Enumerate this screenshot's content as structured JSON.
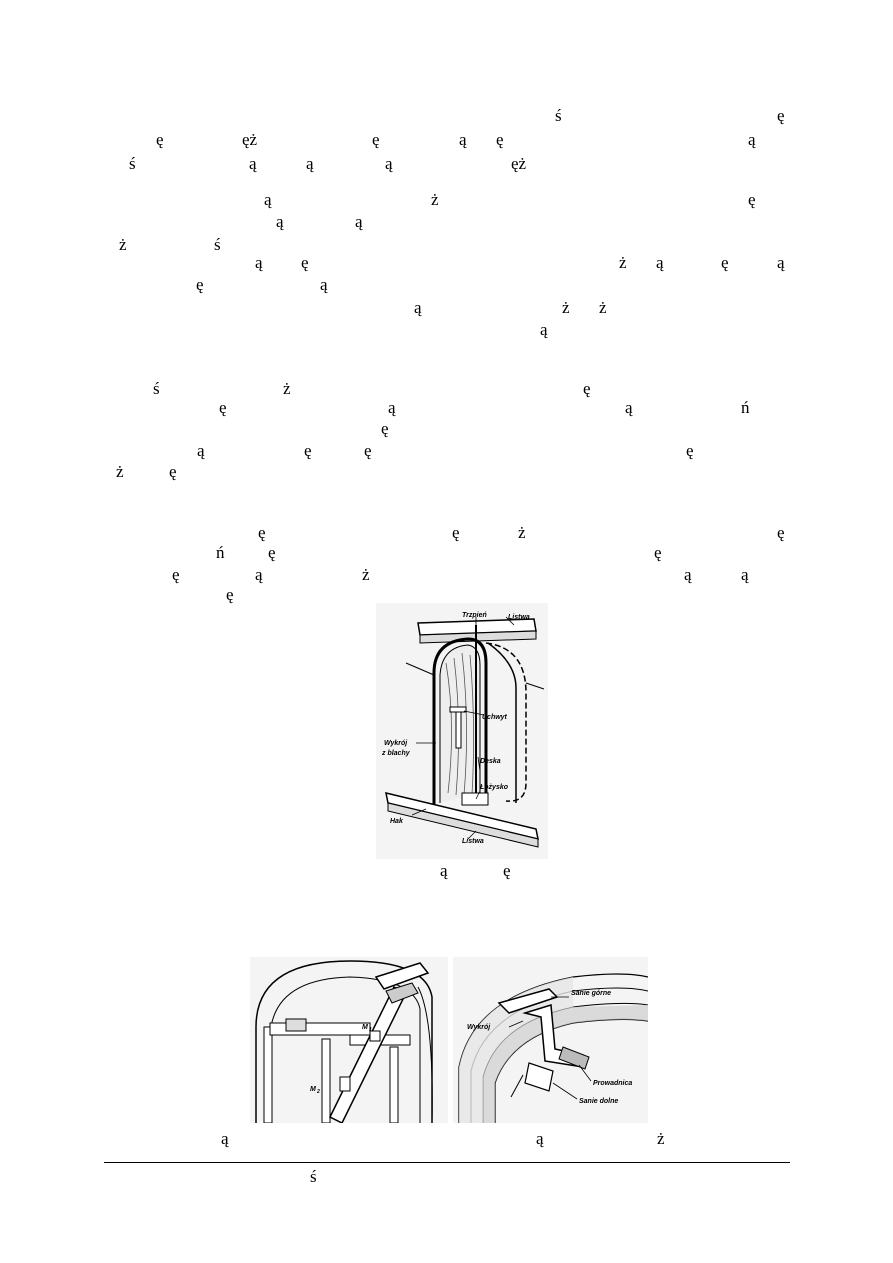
{
  "page": {
    "paragraph_1": {
      "line_1": [
        "ś",
        "ę"
      ],
      "line_2": [
        "ę",
        "ęż",
        "ę",
        "ą",
        "ę",
        "ą"
      ],
      "line_3": [
        "ś",
        "ą",
        "ą",
        "ą",
        "ęż"
      ]
    },
    "paragraph_2": {
      "line_1": [
        "ą",
        "ż",
        "ę"
      ],
      "line_2": [
        "ą",
        "ą"
      ],
      "line_3": [
        "ż",
        "ś"
      ],
      "line_4": [
        "ą",
        "ę",
        "ż",
        "ą",
        "ę",
        "ą"
      ],
      "line_5": [
        "ę",
        "ą"
      ],
      "line_6": [
        "ą",
        "ż",
        "ż"
      ],
      "line_7": [
        "ą"
      ]
    },
    "paragraph_3": {
      "line_1": [
        "ś",
        "ż",
        "ę"
      ],
      "line_2": [
        "ę",
        "ą",
        "ą",
        "ń"
      ],
      "line_3": [
        "ę"
      ],
      "line_4": [
        "ą",
        "ę",
        "ę",
        "ę"
      ],
      "line_5": [
        "ż",
        "ę"
      ]
    },
    "paragraph_4": {
      "line_1": [
        "ę",
        "ę",
        "ż",
        "ę"
      ],
      "line_2": [
        "ń",
        "ę",
        "ę"
      ],
      "line_3": [
        "ę",
        "ą",
        "ż",
        "ą",
        "ą"
      ],
      "line_4": [
        "ę"
      ]
    },
    "figure_1": {
      "labels": {
        "trzpien": "Trzpień",
        "listwa_top": "Listwa",
        "uchwyt": "Uchwyt",
        "wykroj": "Wykrój",
        "z_blachy": "z blachy",
        "deska": "Deska",
        "lozysko": "Łożysko",
        "hak": "Hak",
        "listwa_bottom": "Listwa"
      },
      "caption": [
        "ą",
        "ę"
      ]
    },
    "figure_2": {
      "labels": {
        "m1": "M",
        "m1_sub": "1",
        "m2": "M",
        "m2_sub": "2"
      },
      "caption": [
        "ą"
      ]
    },
    "figure_3": {
      "labels": {
        "sanie_gorne": "Sanie górne",
        "wykroj": "Wykrój",
        "prowadnica": "Prowadnica",
        "sanie_dolne": "Sanie dolne"
      },
      "caption": [
        "ą",
        "ż"
      ]
    },
    "footnote": [
      "ś"
    ]
  }
}
